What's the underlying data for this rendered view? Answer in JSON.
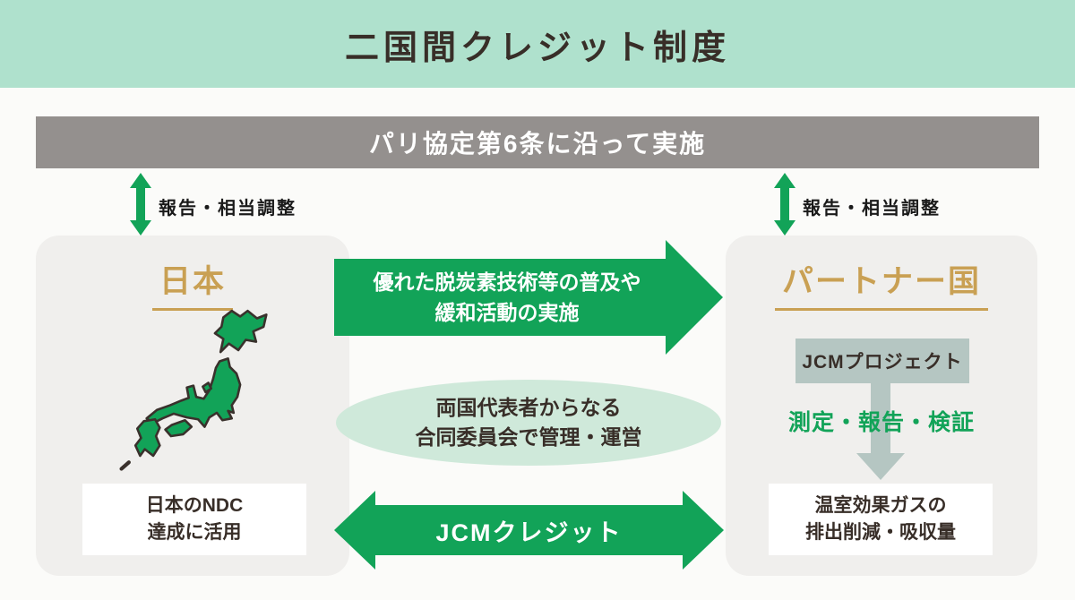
{
  "title": "二国間クレジット制度",
  "paris_bar": {
    "label": "パリ協定第6条に沿って実施"
  },
  "adjustments": {
    "left_label": "報告・相当調整",
    "right_label": "報告・相当調整"
  },
  "japan_panel": {
    "heading": "日本",
    "ndc_box": {
      "line1": "日本のNDC",
      "line2": "達成に活用"
    }
  },
  "partner_panel": {
    "heading": "パートナー国",
    "project_box_label": "JCMプロジェクト",
    "mrv_label": "測定・報告・検証",
    "ghg_box": {
      "line1": "温室効果ガスの",
      "line2": "排出削減・吸収量"
    }
  },
  "flows": {
    "tech_arrow": {
      "line1": "優れた脱炭素技術等の普及や",
      "line2": "緩和活動の実施"
    },
    "committee": {
      "line1": "両国代表者からなる",
      "line2": "合同委員会で管理・運営"
    },
    "credit_arrow_label": "JCMクレジット"
  },
  "colors": {
    "mint": "#afe1cd",
    "green": "#12a358",
    "graybar": "#94908e",
    "panel": "#f0efed",
    "gold": "#c9a053",
    "sage": "#b5c6c2",
    "ellipse": "#cfe9da",
    "dark": "#382e28",
    "page": "#fbfbf9"
  }
}
